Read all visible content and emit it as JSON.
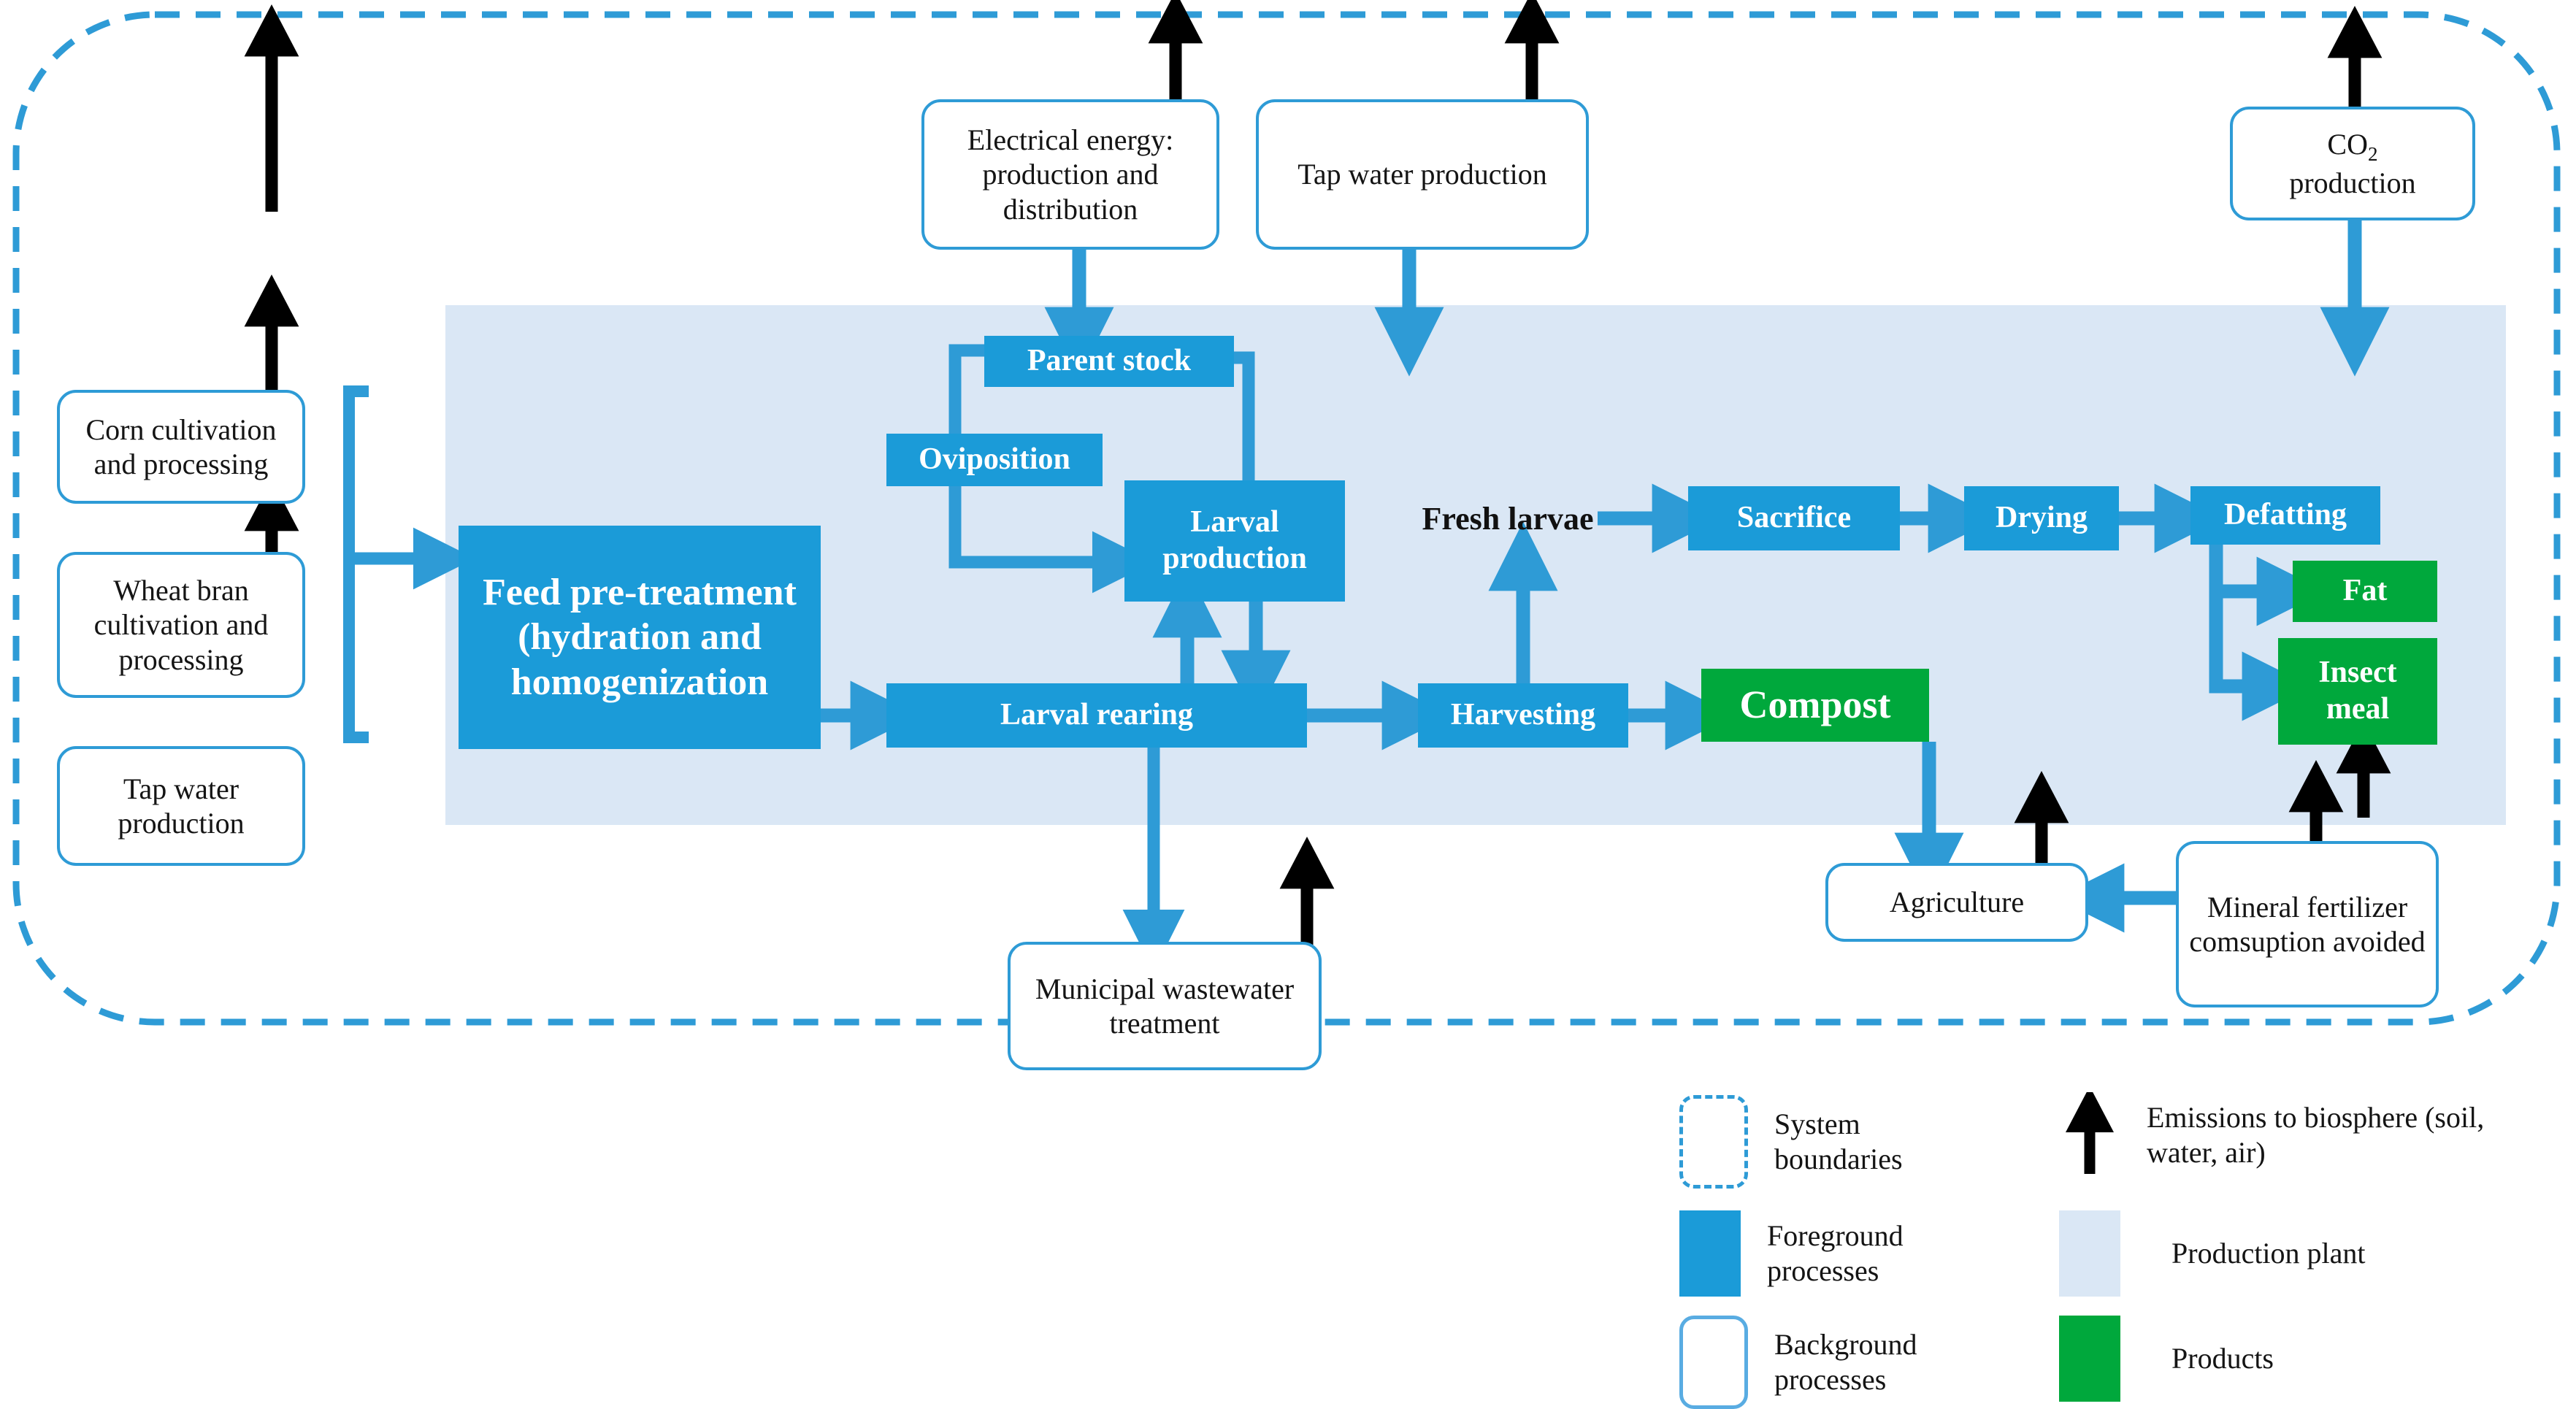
{
  "diagram": {
    "title": "Insect (larvae) production system life-cycle flow diagram",
    "colors": {
      "foreground_process": "#1B9BD8",
      "product": "#00A83C",
      "production_plant": "#DAE7F5",
      "background_process_outline": "#2E9BD6",
      "system_boundary": "#2E9BD6",
      "emission_arrow": "#000000"
    }
  },
  "background_processes": {
    "corn_cultivation": "Corn cultivation and processing",
    "wheat_bran_cultivation": "Wheat bran cultivation and processing",
    "tap_water_production_left": "Tap water production",
    "electrical_energy": "Electrical energy: production and distribution",
    "tap_water_production_top": "Tap water production",
    "co2_production_line1": "CO",
    "co2_production_sub": "2",
    "co2_production_line2": "production",
    "municipal_wastewater": "Municipal wastewater treatment",
    "agriculture": "Agriculture",
    "mineral_fertilizer": "Mineral fertilizer comsuption avoided"
  },
  "foreground_processes": {
    "feed_pretreatment": "Feed pre-treatment (hydration and homogenization",
    "parent_stock": "Parent stock",
    "oviposition": "Oviposition",
    "larval_production": "Larval production",
    "larval_rearing": "Larval rearing",
    "harvesting": "Harvesting",
    "sacrifice": "Sacrifice",
    "drying": "Drying",
    "defatting": "Defatting"
  },
  "products": {
    "compost": "Compost",
    "fat": "Fat",
    "insect_meal": "Insect meal"
  },
  "flow_labels": {
    "fresh_larvae": "Fresh larvae"
  },
  "legend": {
    "system_boundaries": "System boundaries",
    "foreground_processes": "Foreground processes",
    "background_processes": "Background processes",
    "emissions": "Emissions to biosphere (soil, water, air)",
    "production_plant": "Production plant",
    "products": "Products"
  }
}
